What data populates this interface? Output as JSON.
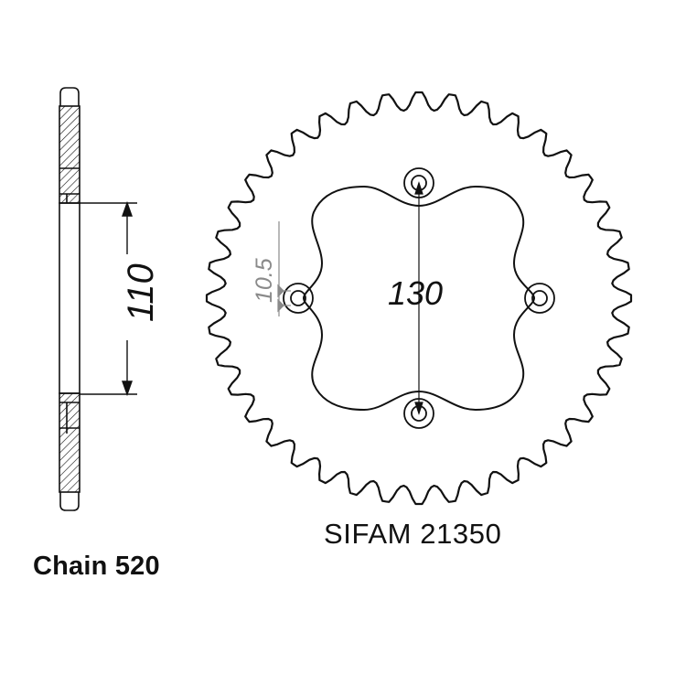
{
  "labels": {
    "chain": "Chain 520",
    "part_number": "SIFAM 21350",
    "dim_bolt_circle": "130",
    "dim_center_bore": "110",
    "dim_hole": "10.5"
  },
  "colors": {
    "line": "#111111",
    "dimension_gray": "#8a8a8a",
    "background": "#ffffff"
  }
}
